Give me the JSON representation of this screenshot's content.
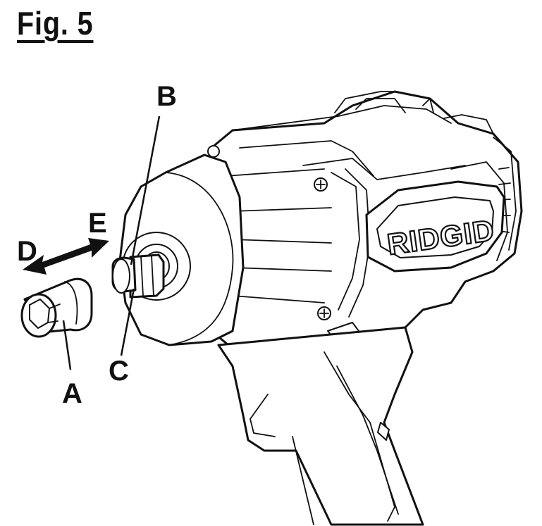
{
  "figure": {
    "title": "Fig. 5",
    "brand_mark": "RIDGID"
  },
  "callouts": {
    "A": "A",
    "B": "B",
    "C": "C",
    "D": "D",
    "E": "E"
  }
}
